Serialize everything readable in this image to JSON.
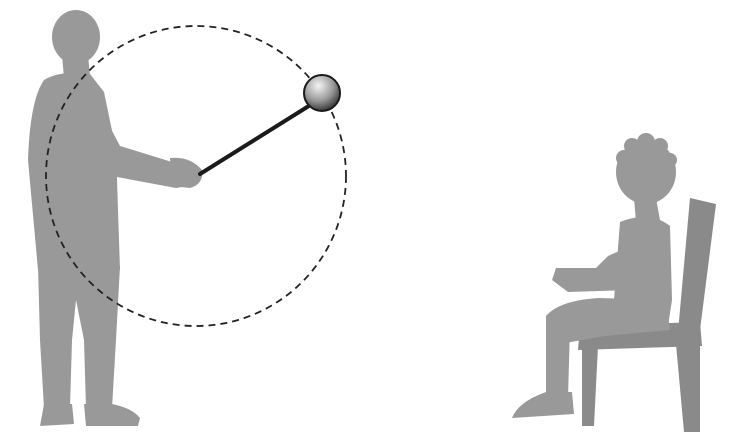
{
  "colors": {
    "background": "#ffffff",
    "silhouette": "#999999",
    "silhouette_shadow": "#8a8a8a",
    "rod": "#1a1a1a",
    "orbit_path": "#222222",
    "ball_light": "#f4f4f4",
    "ball_dark": "#2b2b2b"
  },
  "figures": {
    "standing_person": {
      "icon": "standing-person-icon",
      "pose": "arm-extended-holding-rod"
    },
    "seated_person": {
      "icon": "seated-person-icon",
      "pose": "sitting-on-chair"
    },
    "chair": {
      "icon": "chair-icon"
    },
    "ball": {
      "icon": "sphere-icon"
    },
    "orbit": {
      "style": "dashed-circle"
    }
  }
}
